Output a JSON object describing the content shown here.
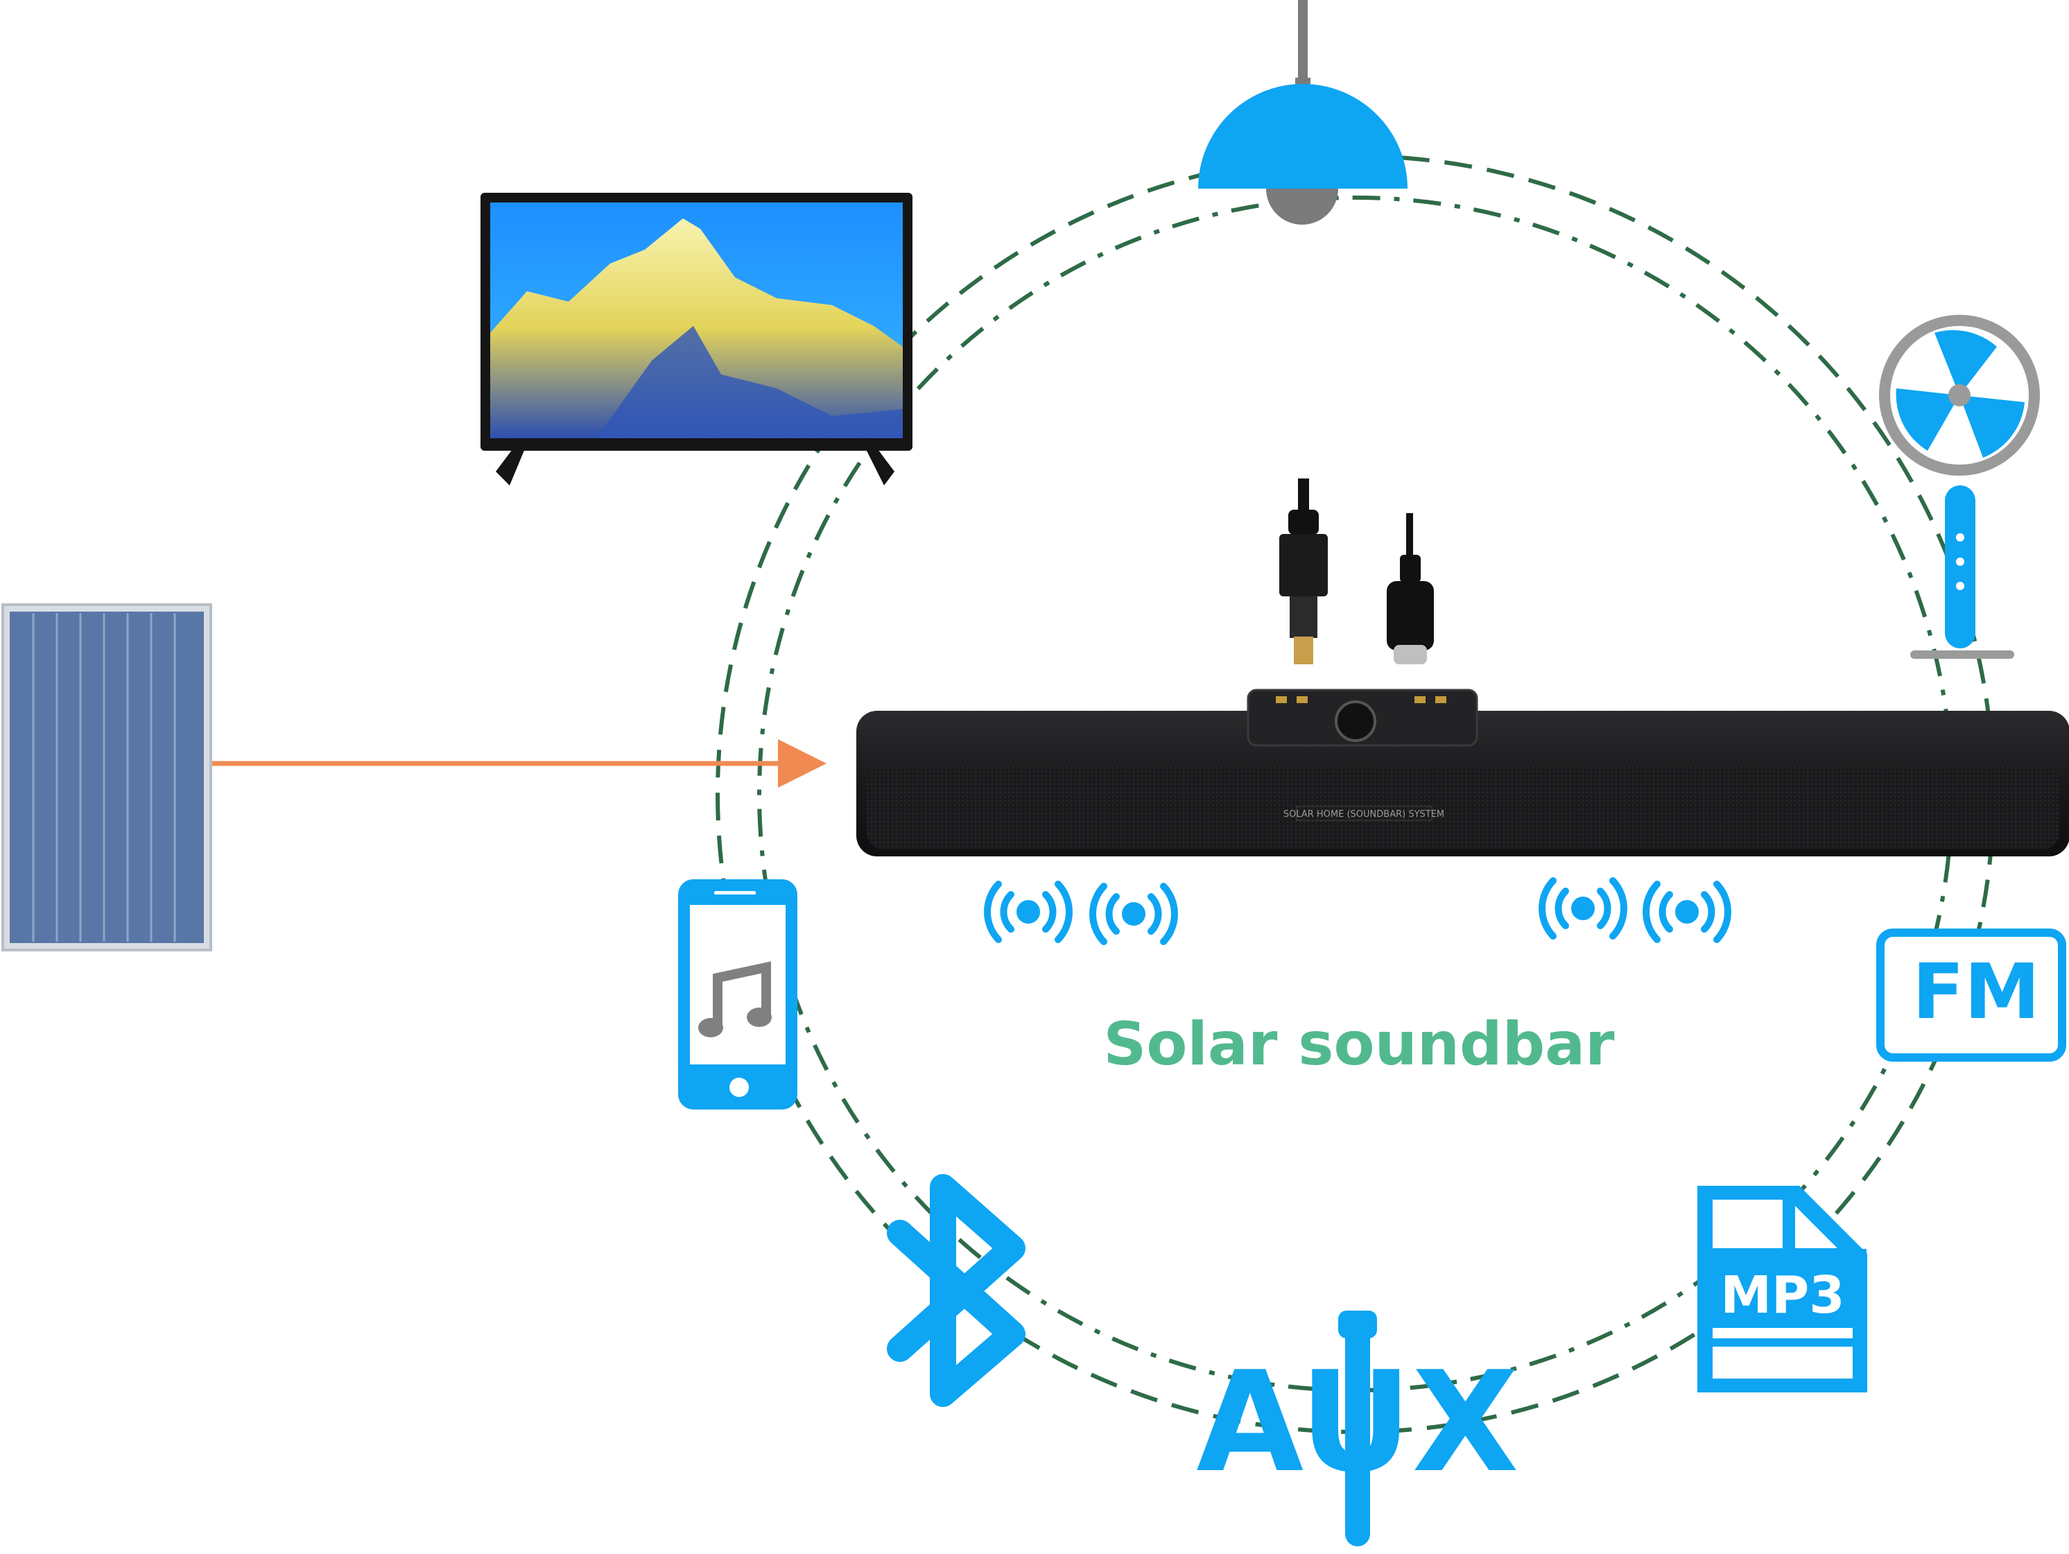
{
  "title": "Solar soundbar",
  "soundbar_panel_text": "SOLAR HOME (SOUNDBAR) SYSTEM",
  "labels": {
    "fm": "FM",
    "mp3": "MP3",
    "aux": "AUX"
  },
  "colors": {
    "accent_blue": "#0ea5f3",
    "title_green": "#52b98f",
    "ring_green": "#2e6b47",
    "arrow_orange": "#f08a52",
    "soundbar_body": "#1c1c1e",
    "solar_panel": "#4f6e9e"
  },
  "devices": [
    {
      "name": "solar-panel",
      "icon": "solar-panel-icon"
    },
    {
      "name": "tv",
      "icon": "tv-icon"
    },
    {
      "name": "ceiling-lamp",
      "icon": "lamp-icon"
    },
    {
      "name": "fan",
      "icon": "fan-icon"
    },
    {
      "name": "fm-radio",
      "icon": "fm-icon"
    },
    {
      "name": "mp3",
      "icon": "mp3-file-icon"
    },
    {
      "name": "aux",
      "icon": "aux-icon"
    },
    {
      "name": "bluetooth",
      "icon": "bluetooth-icon"
    },
    {
      "name": "phone-music",
      "icon": "phone-music-icon"
    },
    {
      "name": "dc-plug",
      "icon": "dc-plug-icon"
    },
    {
      "name": "usb-c-cable",
      "icon": "usb-c-icon"
    }
  ]
}
